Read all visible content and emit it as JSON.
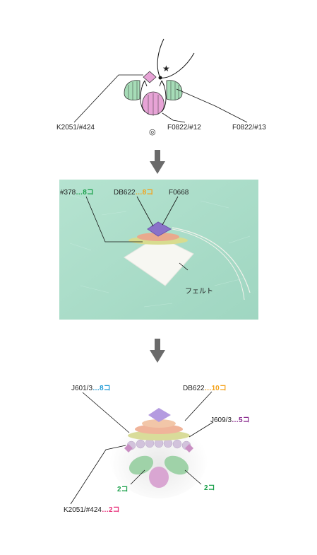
{
  "colors": {
    "green_count": "#1aa04a",
    "orange_count": "#f4a21a",
    "blue_count": "#1e9ad6",
    "purple_count": "#8a2b8f",
    "pink_count": "#e8307a",
    "arrow": "#6b6b6b",
    "felt_bg": "#a9dcc8"
  },
  "diagram1": {
    "star": "★",
    "double_circle": "◎",
    "label_left": "K2051/#424",
    "label_mid": "F0822/#12",
    "label_right": "F0822/#13"
  },
  "photo1": {
    "label_a": "#378",
    "label_a_count": "…8コ",
    "label_b": "DB622",
    "label_b_count": "…8コ",
    "label_c": "F0668",
    "label_felt": "フェルト"
  },
  "photo2": {
    "label_j601": "J601/3",
    "label_j601_count": "…8コ",
    "label_db622": "DB622",
    "label_db622_count": "…10コ",
    "label_j609": "J609/3",
    "label_j609_count": "…5コ",
    "label_left_two": "2コ",
    "label_right_two": "2コ",
    "label_k2051": "K2051/#424",
    "label_k2051_count": "…2コ"
  }
}
